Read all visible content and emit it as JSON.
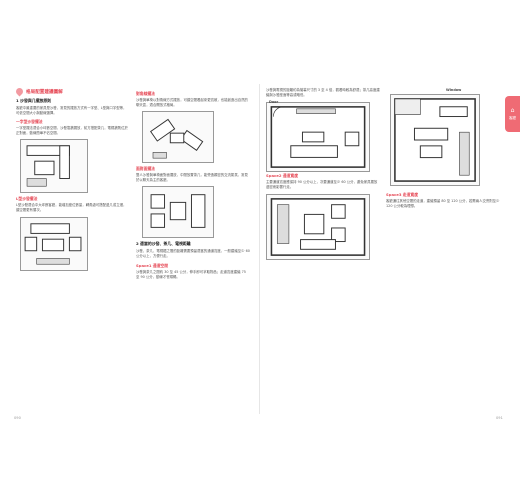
{
  "section_title": "格局配置建議圖解",
  "tab": {
    "label": "客廳"
  },
  "page_numbers": {
    "left": "090",
    "right": "091"
  },
  "left_page": {
    "col1": {
      "h1": "1 沙發與几擺放原則",
      "body1": "客廳中最重要的家具是沙發，常見的擺放方式有一字型、L型與口字型等，可依空間大小與動線選擇。",
      "sub1": "一字型沙發擺法",
      "body2": "一字型擺法適合小坪數空間，沙發靠牆擺放，前方搭配茶几，電視牆則位於正對面，動線簡單不佔空間。",
      "sub2": "L型沙發擺法",
      "body3": "L型沙發適合中大坪數客廳，能增加座位數量，轉角處可搭配邊几或立燈，讓空間更有層次。"
    },
    "col2": {
      "sub1": "對角線擺法",
      "body1": "沙發與單椅以對角線方式擺放，可讓空間看起來更寬敞，也能創造出自然的聊天區，適合開放式格局。",
      "sub2": "面對面擺法",
      "body2": "雙人沙發與單椅面對面擺放，中間放置茶几，能營造親密的交流氣氛，常見於以聊天為主的客廳。",
      "h1": "2 適當的沙發、茶几、電視距離",
      "body3": "沙發、茶几、電視櫃之間的距離需要預留適當的通道寬度，一般建議至少 60 公分以上，方便行走。",
      "sub3": "Space1 通道空間",
      "body4": "沙發與茶几之間約 30 至 45 公分，伸手即可拿取物品；走道寬度建議 75 至 90 公分，動線才會順暢。"
    }
  },
  "right_page": {
    "col1": {
      "body1": "沙發與電視的距離約為螢幕尺寸的 3 至 4 倍，觀看時較為舒適；茶几高度建議與沙發座面等高或略低。",
      "plan_label": "Door",
      "sub1": "Space2 通道寬度",
      "body2": "主要通道寬度應保持 90 公分以上，次要通道至少 60 公分，避免家具擺放過密而影響行走。"
    },
    "col2": {
      "plan_label": "Window",
      "sub1": "Space3 走道寬度",
      "body1": "客廳通往其他空間的走道，建議預留 80 至 120 公分，若需兩人交會則至少 120 公分較為理想。"
    }
  },
  "colors": {
    "accent": "#e64a57",
    "tab": "#ef6b74"
  }
}
